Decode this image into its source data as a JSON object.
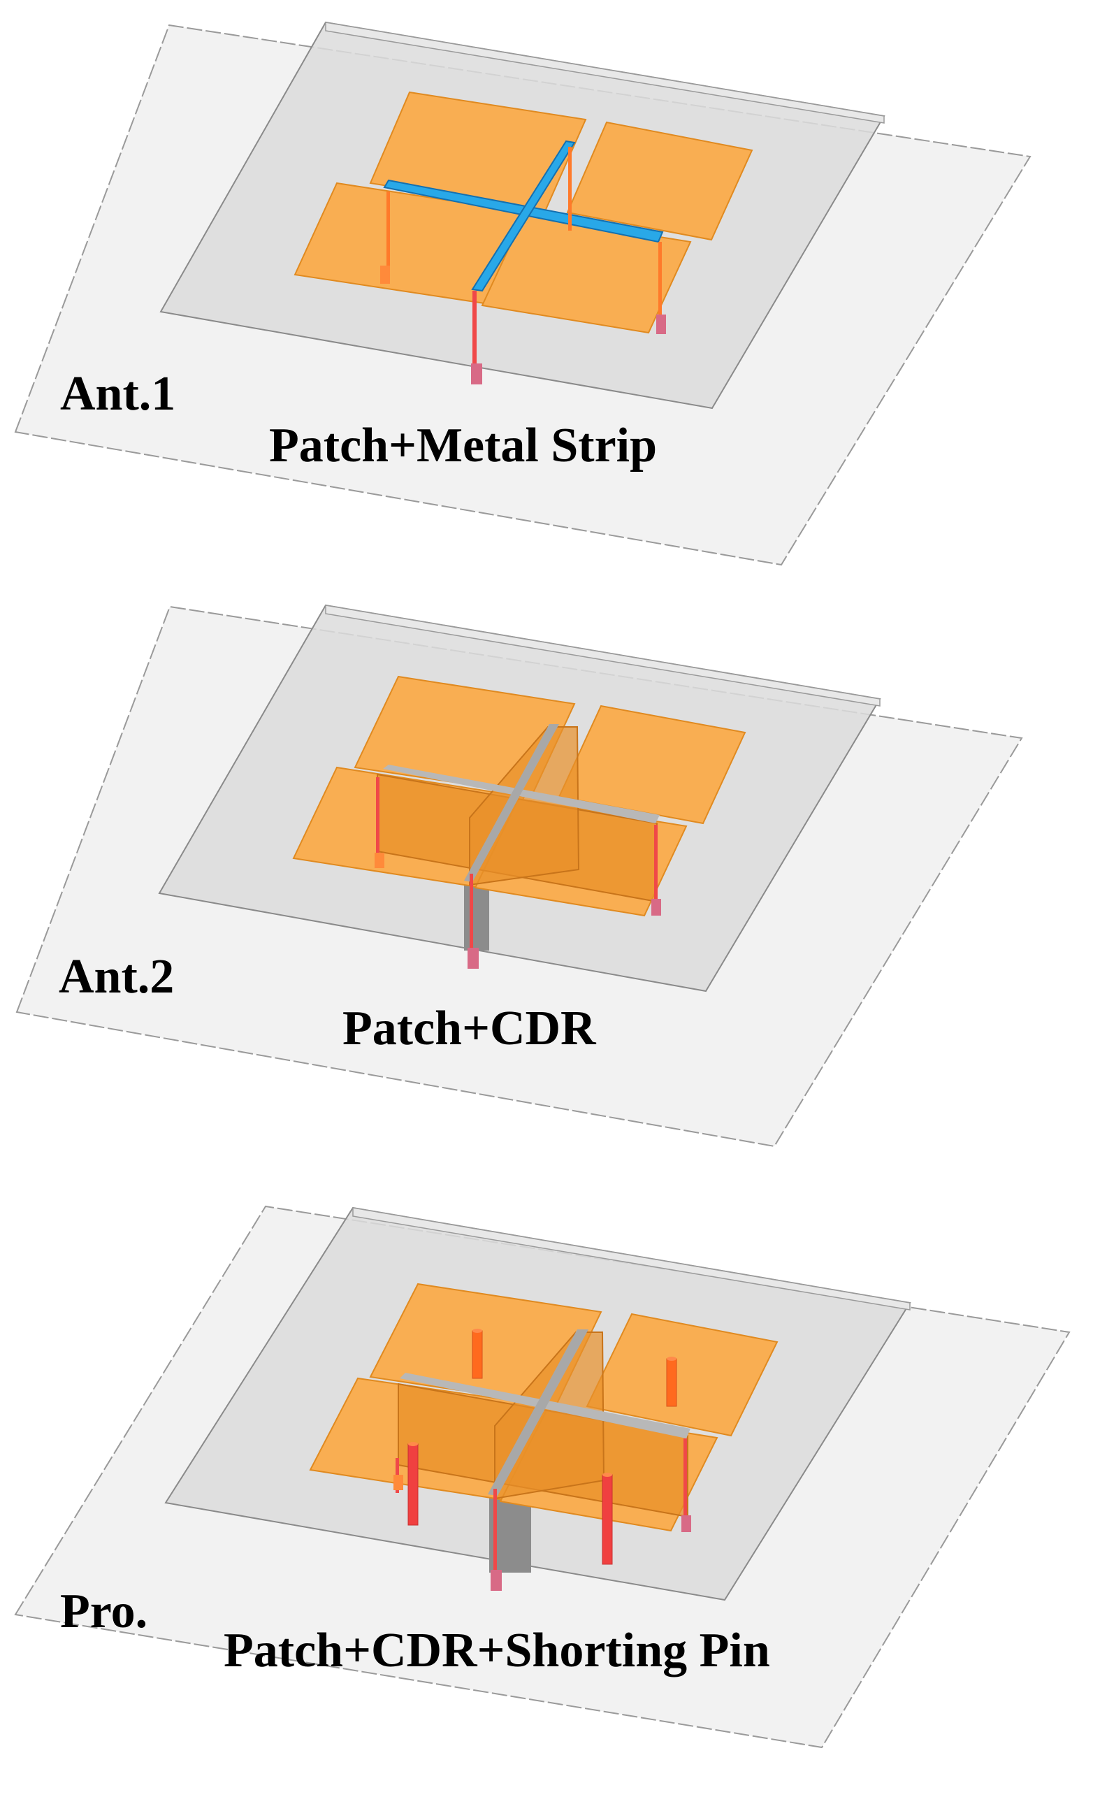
{
  "panels": [
    {
      "name": "Ant.1",
      "caption": "Patch+Metal Strip"
    },
    {
      "name": "Ant.2",
      "caption": "Patch+CDR"
    },
    {
      "name": "Pro.",
      "caption": "Patch+CDR+Shorting Pin"
    }
  ],
  "colors": {
    "ground_plane": "#f2f2f2",
    "substrate": "#dcdcdc",
    "patch": "#f9ae52",
    "patch_edge": "#e08a20",
    "metal_strip": "#29a8e8",
    "cdr_wall": "#e8902a",
    "cdr_top": "#b8b8b8",
    "probe": "#f04848",
    "probe_base": "#d86a86",
    "shorting_pin": "#ff6a1e"
  }
}
